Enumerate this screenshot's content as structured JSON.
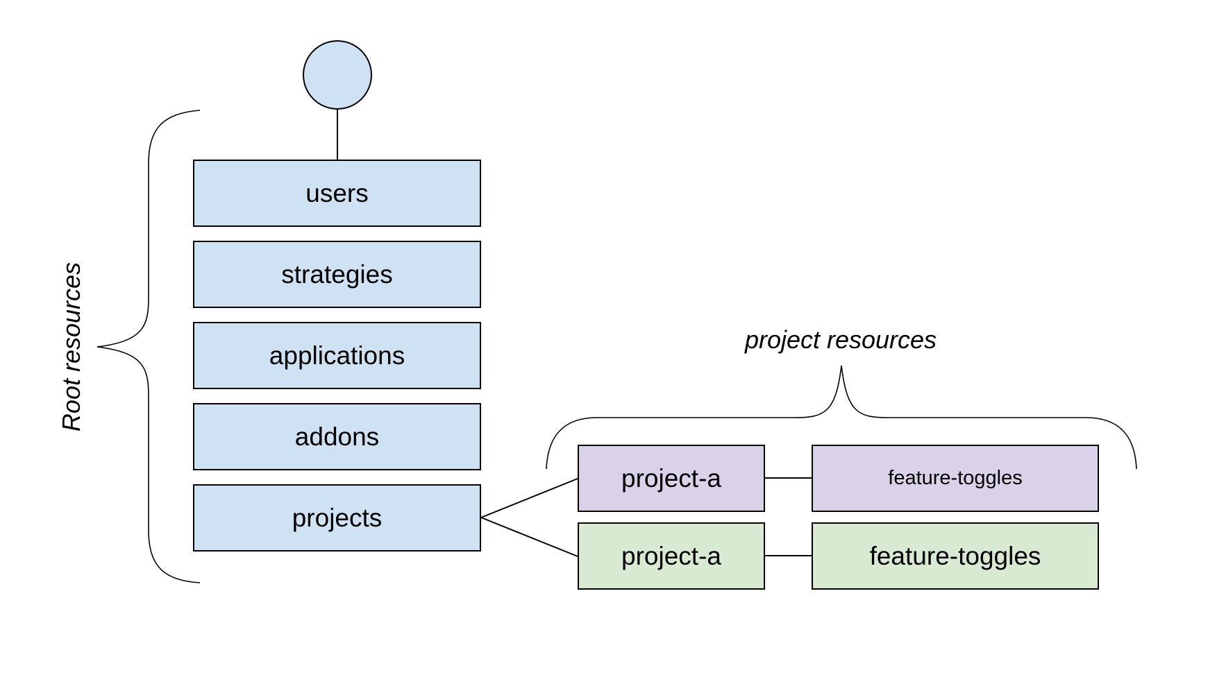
{
  "colors": {
    "root_fill": "#cfe2f3",
    "project_row_purple_fill": "#d9d2e9",
    "project_row_green_fill": "#d9ead3",
    "stroke": "#000000"
  },
  "root": {
    "label": "Root resources",
    "items": [
      "users",
      "strategies",
      "applications",
      "addons",
      "projects"
    ]
  },
  "projects": {
    "label": "project resources",
    "rows": [
      {
        "project": "project-a",
        "resource": "feature-toggles"
      },
      {
        "project": "project-a",
        "resource": "feature-toggles"
      }
    ]
  }
}
